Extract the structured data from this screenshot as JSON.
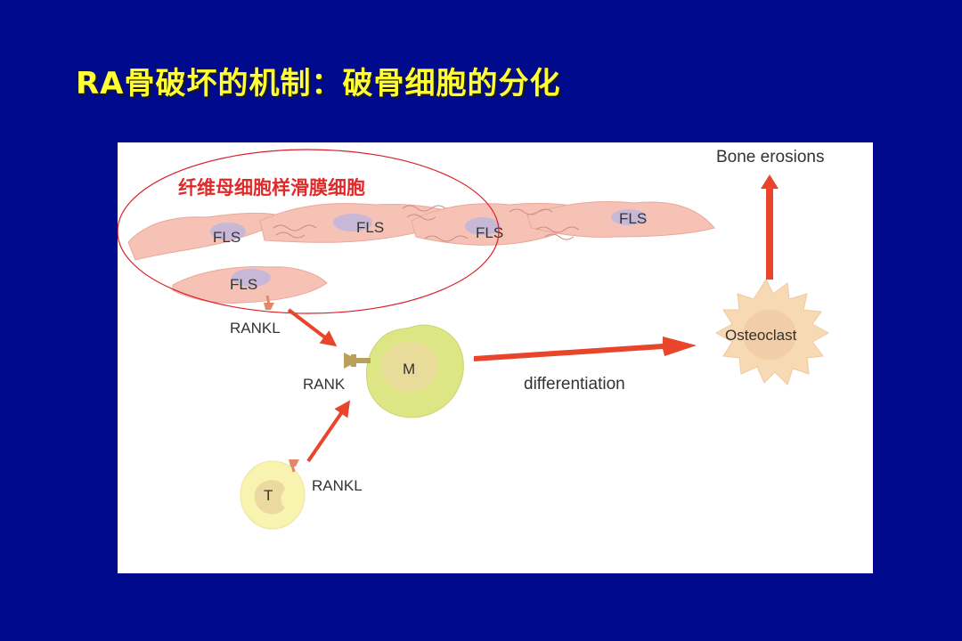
{
  "title": "RA骨破坏的机制：破骨细胞的分化",
  "diagram": {
    "fls_group_label": "纤维母细胞样滑膜细胞",
    "fls_label": "FLS",
    "rankl_label": "RANKL",
    "rank_label": "RANK",
    "macrophage_label": "M",
    "t_cell_label": "T",
    "differentiation_label": "differentiation",
    "osteoclast_label": "Osteoclast",
    "bone_erosions_label": "Bone erosions"
  },
  "colors": {
    "background": "#000a8c",
    "title": "#ffff33",
    "arrow": "#e8452a",
    "fls_cell": "#f6c2b5",
    "nucleus": "#c8b8d8",
    "macrophage": "#dde585",
    "osteoclast": "#f7d9b4",
    "ellipse": "#d9202a"
  }
}
